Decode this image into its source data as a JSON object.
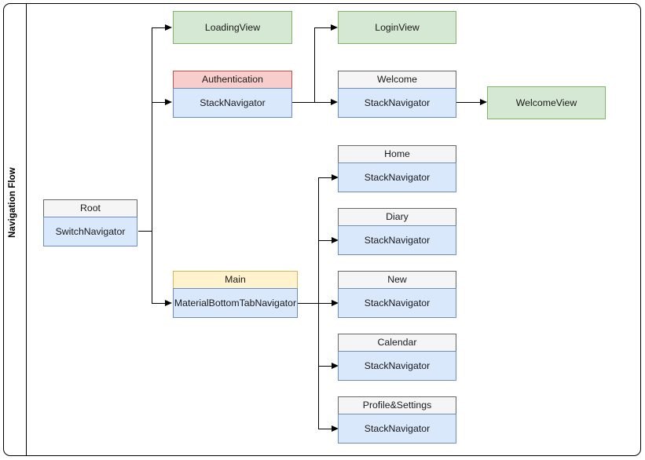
{
  "diagram": {
    "lane_title": "Navigation Flow",
    "type": "flowchart",
    "nodes": [
      {
        "id": "root",
        "header": "Root",
        "body": "SwitchNavigator",
        "style": "header-gray-body-blue"
      },
      {
        "id": "loading",
        "header": "",
        "body": "LoadingView",
        "style": "solid-green"
      },
      {
        "id": "auth",
        "header": "Authentication",
        "body": "StackNavigator",
        "style": "header-pink-body-blue"
      },
      {
        "id": "login",
        "header": "",
        "body": "LoginView",
        "style": "solid-green"
      },
      {
        "id": "welcome",
        "header": "Welcome",
        "body": "StackNavigator",
        "style": "header-gray-body-blue"
      },
      {
        "id": "welcomev",
        "header": "",
        "body": "WelcomeView",
        "style": "solid-green"
      },
      {
        "id": "main",
        "header": "Main",
        "body": "MaterialBottomTabNavigator",
        "style": "header-yellow-body-blue"
      },
      {
        "id": "home",
        "header": "Home",
        "body": "StackNavigator",
        "style": "header-gray-body-blue"
      },
      {
        "id": "diary",
        "header": "Diary",
        "body": "StackNavigator",
        "style": "header-gray-body-blue"
      },
      {
        "id": "new",
        "header": "New",
        "body": "StackNavigator",
        "style": "header-gray-body-blue"
      },
      {
        "id": "calendar",
        "header": "Calendar",
        "body": "StackNavigator",
        "style": "header-gray-body-blue"
      },
      {
        "id": "profile",
        "header": "Profile&Settings",
        "body": "StackNavigator",
        "style": "header-gray-body-blue"
      }
    ],
    "edges": [
      {
        "from": "root",
        "to": "loading"
      },
      {
        "from": "root",
        "to": "auth"
      },
      {
        "from": "root",
        "to": "main"
      },
      {
        "from": "auth",
        "to": "login"
      },
      {
        "from": "auth",
        "to": "welcome"
      },
      {
        "from": "welcome",
        "to": "welcomev"
      },
      {
        "from": "main",
        "to": "home"
      },
      {
        "from": "main",
        "to": "diary"
      },
      {
        "from": "main",
        "to": "new"
      },
      {
        "from": "main",
        "to": "calendar"
      },
      {
        "from": "main",
        "to": "profile"
      }
    ],
    "colors": {
      "header_gray": "#f5f5f5",
      "header_pink": "#f8cecc",
      "header_yellow": "#fff2cc",
      "body_blue": "#dae8fc",
      "solid_green": "#d5e8d4",
      "border_blue": "#6c8ebf",
      "border_green": "#82b366",
      "border_pink": "#b85450",
      "border_yellow": "#d6b656",
      "border_gray": "#666666",
      "edge": "#000000"
    }
  }
}
